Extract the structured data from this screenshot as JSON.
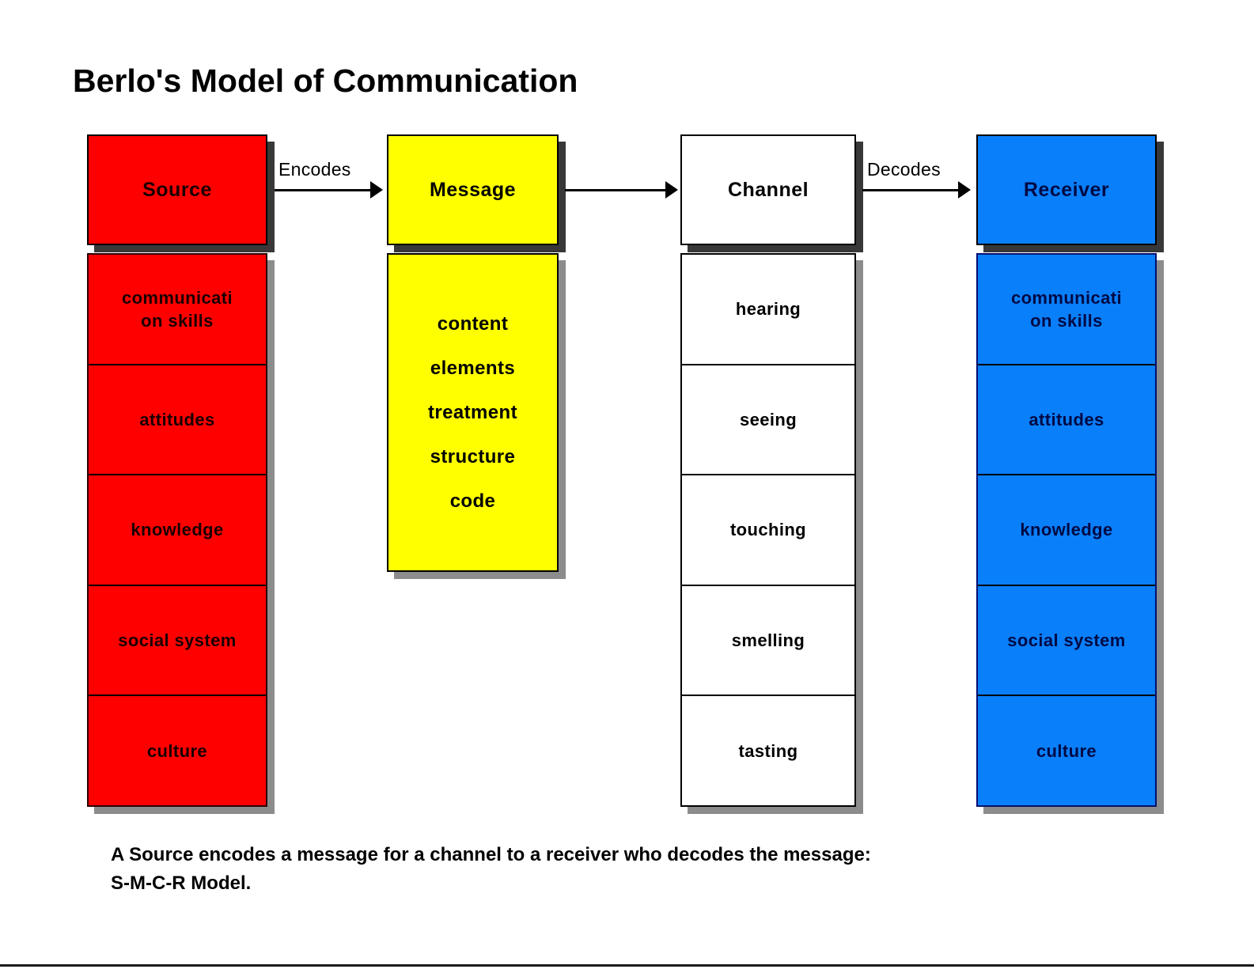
{
  "title": "Berlo's Model of Communication",
  "caption": {
    "line1": "A Source encodes a message for a channel to a receiver who decodes the message:",
    "line2": "S-M-C-R Model."
  },
  "colors": {
    "source": "#FE0000",
    "message": "#FFFF00",
    "channel": "#FFFFFF",
    "receiver": "#0A7FFA",
    "outline": "#000000",
    "text": "#000000"
  },
  "columns": {
    "source": {
      "head": "Source",
      "items": [
        "communicati\non skills",
        "attitudes",
        "knowledge",
        "social system",
        "culture"
      ],
      "item0_line1": "communicati",
      "item0_line2": "on skills",
      "item1": "attitudes",
      "item2": "knowledge",
      "item3": "social system",
      "item4": "culture"
    },
    "message": {
      "head": "Message",
      "items": [
        "content",
        "elements",
        "treatment",
        "structure",
        "code"
      ],
      "item0": "content",
      "item1": "elements",
      "item2": "treatment",
      "item3": "structure",
      "item4": "code"
    },
    "channel": {
      "head": "Channel",
      "items": [
        "hearing",
        "seeing",
        "touching",
        "smelling",
        "tasting"
      ],
      "item0": "hearing",
      "item1": "seeing",
      "item2": "touching",
      "item3": "smelling",
      "item4": "tasting"
    },
    "receiver": {
      "head": "Receiver",
      "items": [
        "communicati\non skills",
        "attitudes",
        "knowledge",
        "social system",
        "culture"
      ],
      "item0_line1": "communicati",
      "item0_line2": "on skills",
      "item1": "attitudes",
      "item2": "knowledge",
      "item3": "social system",
      "item4": "culture"
    }
  },
  "connectors": {
    "encodes": "Encodes",
    "source_to_message": "",
    "message_to_channel": "",
    "decodes": "Decodes"
  }
}
